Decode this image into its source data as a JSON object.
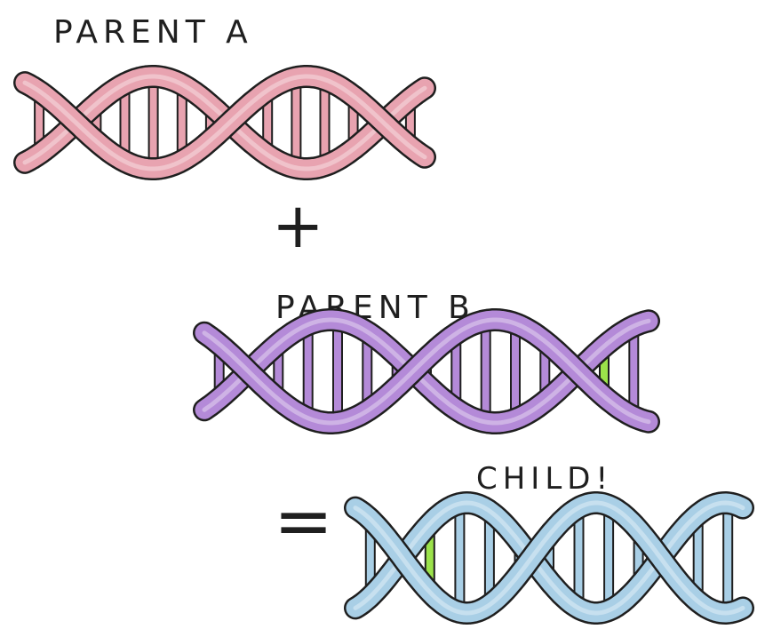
{
  "labels": {
    "parent_a": "PARENT A",
    "plus": "+",
    "parent_b": "PARENT B",
    "equals": "=",
    "child": "CHILD!"
  },
  "colors": {
    "parent_a": "#e8a3b0",
    "parent_b": "#b48ad8",
    "child": "#a9cfe6",
    "highlight": "#9be24a",
    "ink": "#1f1f1f"
  }
}
